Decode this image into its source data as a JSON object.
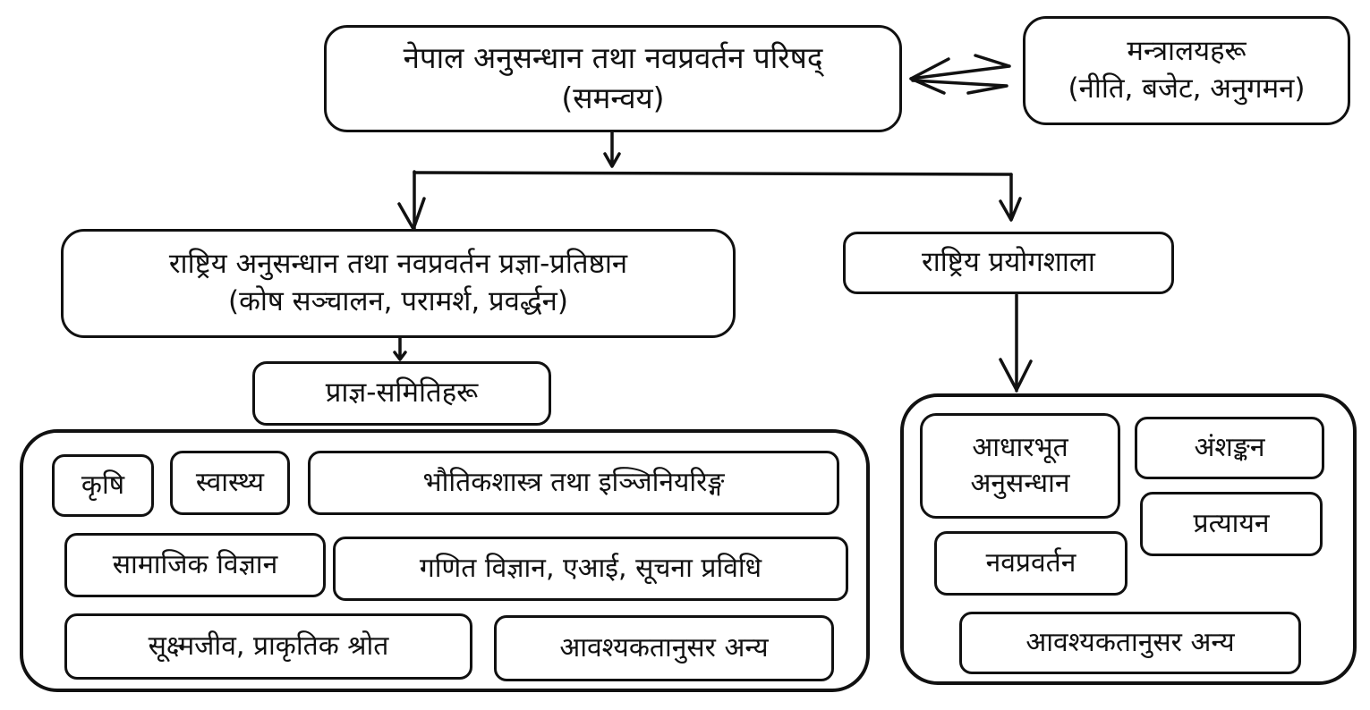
{
  "council": {
    "title": "नेपाल अनुसन्धान तथा नवप्रवर्तन परिषद्",
    "subtitle": "(समन्वय)"
  },
  "ministries": {
    "title": "मन्त्रालयहरू",
    "subtitle": "(नीति, बजेट, अनुगमन)"
  },
  "foundation": {
    "title": "राष्ट्रिय अनुसन्धान तथा नवप्रवर्तन प्रज्ञा-प्रतिष्ठान",
    "subtitle": "(कोष सञ्चालन, परामर्श, प्रवर्द्धन)"
  },
  "laboratory": {
    "title": "राष्ट्रिय प्रयोगशाला"
  },
  "committees": {
    "title": "प्राज्ञ-समितिहरू",
    "items": [
      "कृषि",
      "स्वास्थ्य",
      "भौतिकशास्त्र तथा इञ्जिनियरिङ्ग",
      "सामाजिक विज्ञान",
      "गणित विज्ञान, एआई, सूचना प्रविधि",
      "सूक्ष्मजीव, प्राकृतिक श्रोत",
      "आवश्यकतानुसर अन्य"
    ]
  },
  "lab_units": {
    "items": [
      "आधारभूत",
      "अनुसन्धान",
      "अंशङ्कन",
      "प्रत्यायन",
      "नवप्रवर्तन",
      "आवश्यकतानुसर अन्य"
    ]
  }
}
